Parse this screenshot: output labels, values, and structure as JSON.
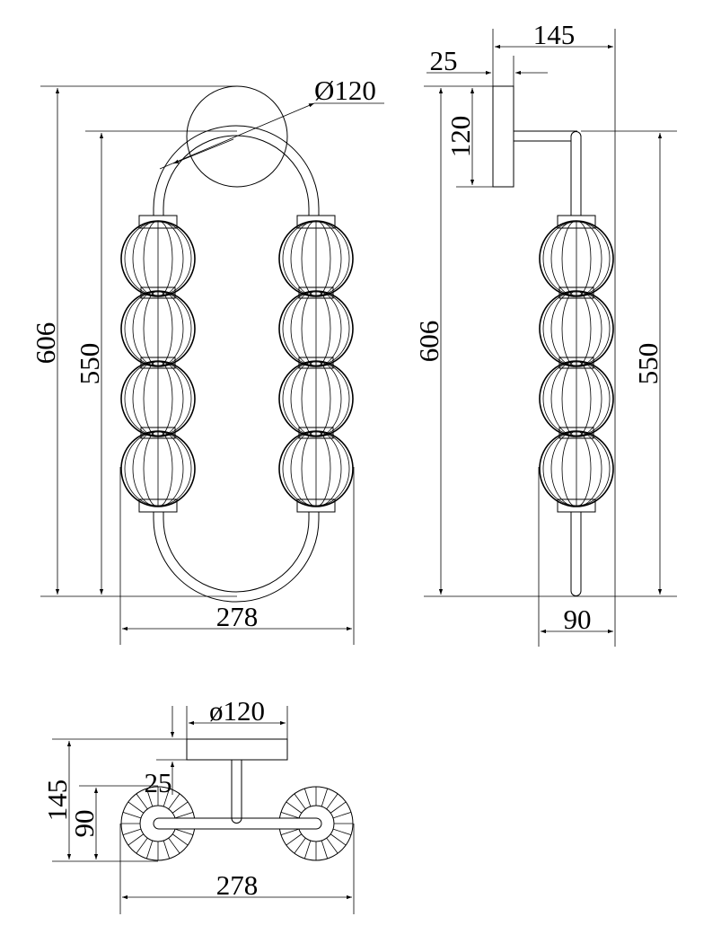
{
  "drawing": {
    "title": "Wall lamp technical drawing",
    "stroke_color": "#000000",
    "background": "#ffffff"
  },
  "front_view": {
    "dims": {
      "backplate_diameter": "Ø120",
      "overall_height": "606",
      "body_height": "550",
      "overall_width": "278"
    },
    "shades_per_column": 4,
    "columns": 2
  },
  "side_view": {
    "dims": {
      "projection": "145",
      "backplate_depth": "25",
      "backplate_height": "120",
      "overall_height": "606",
      "body_height": "550",
      "shade_width": "90"
    },
    "shades": 4
  },
  "top_view": {
    "dims": {
      "backplate_diameter": "ø120",
      "projection": "145",
      "shade_depth": "90",
      "backplate_depth": "25",
      "overall_width": "278"
    },
    "shades": 2
  }
}
